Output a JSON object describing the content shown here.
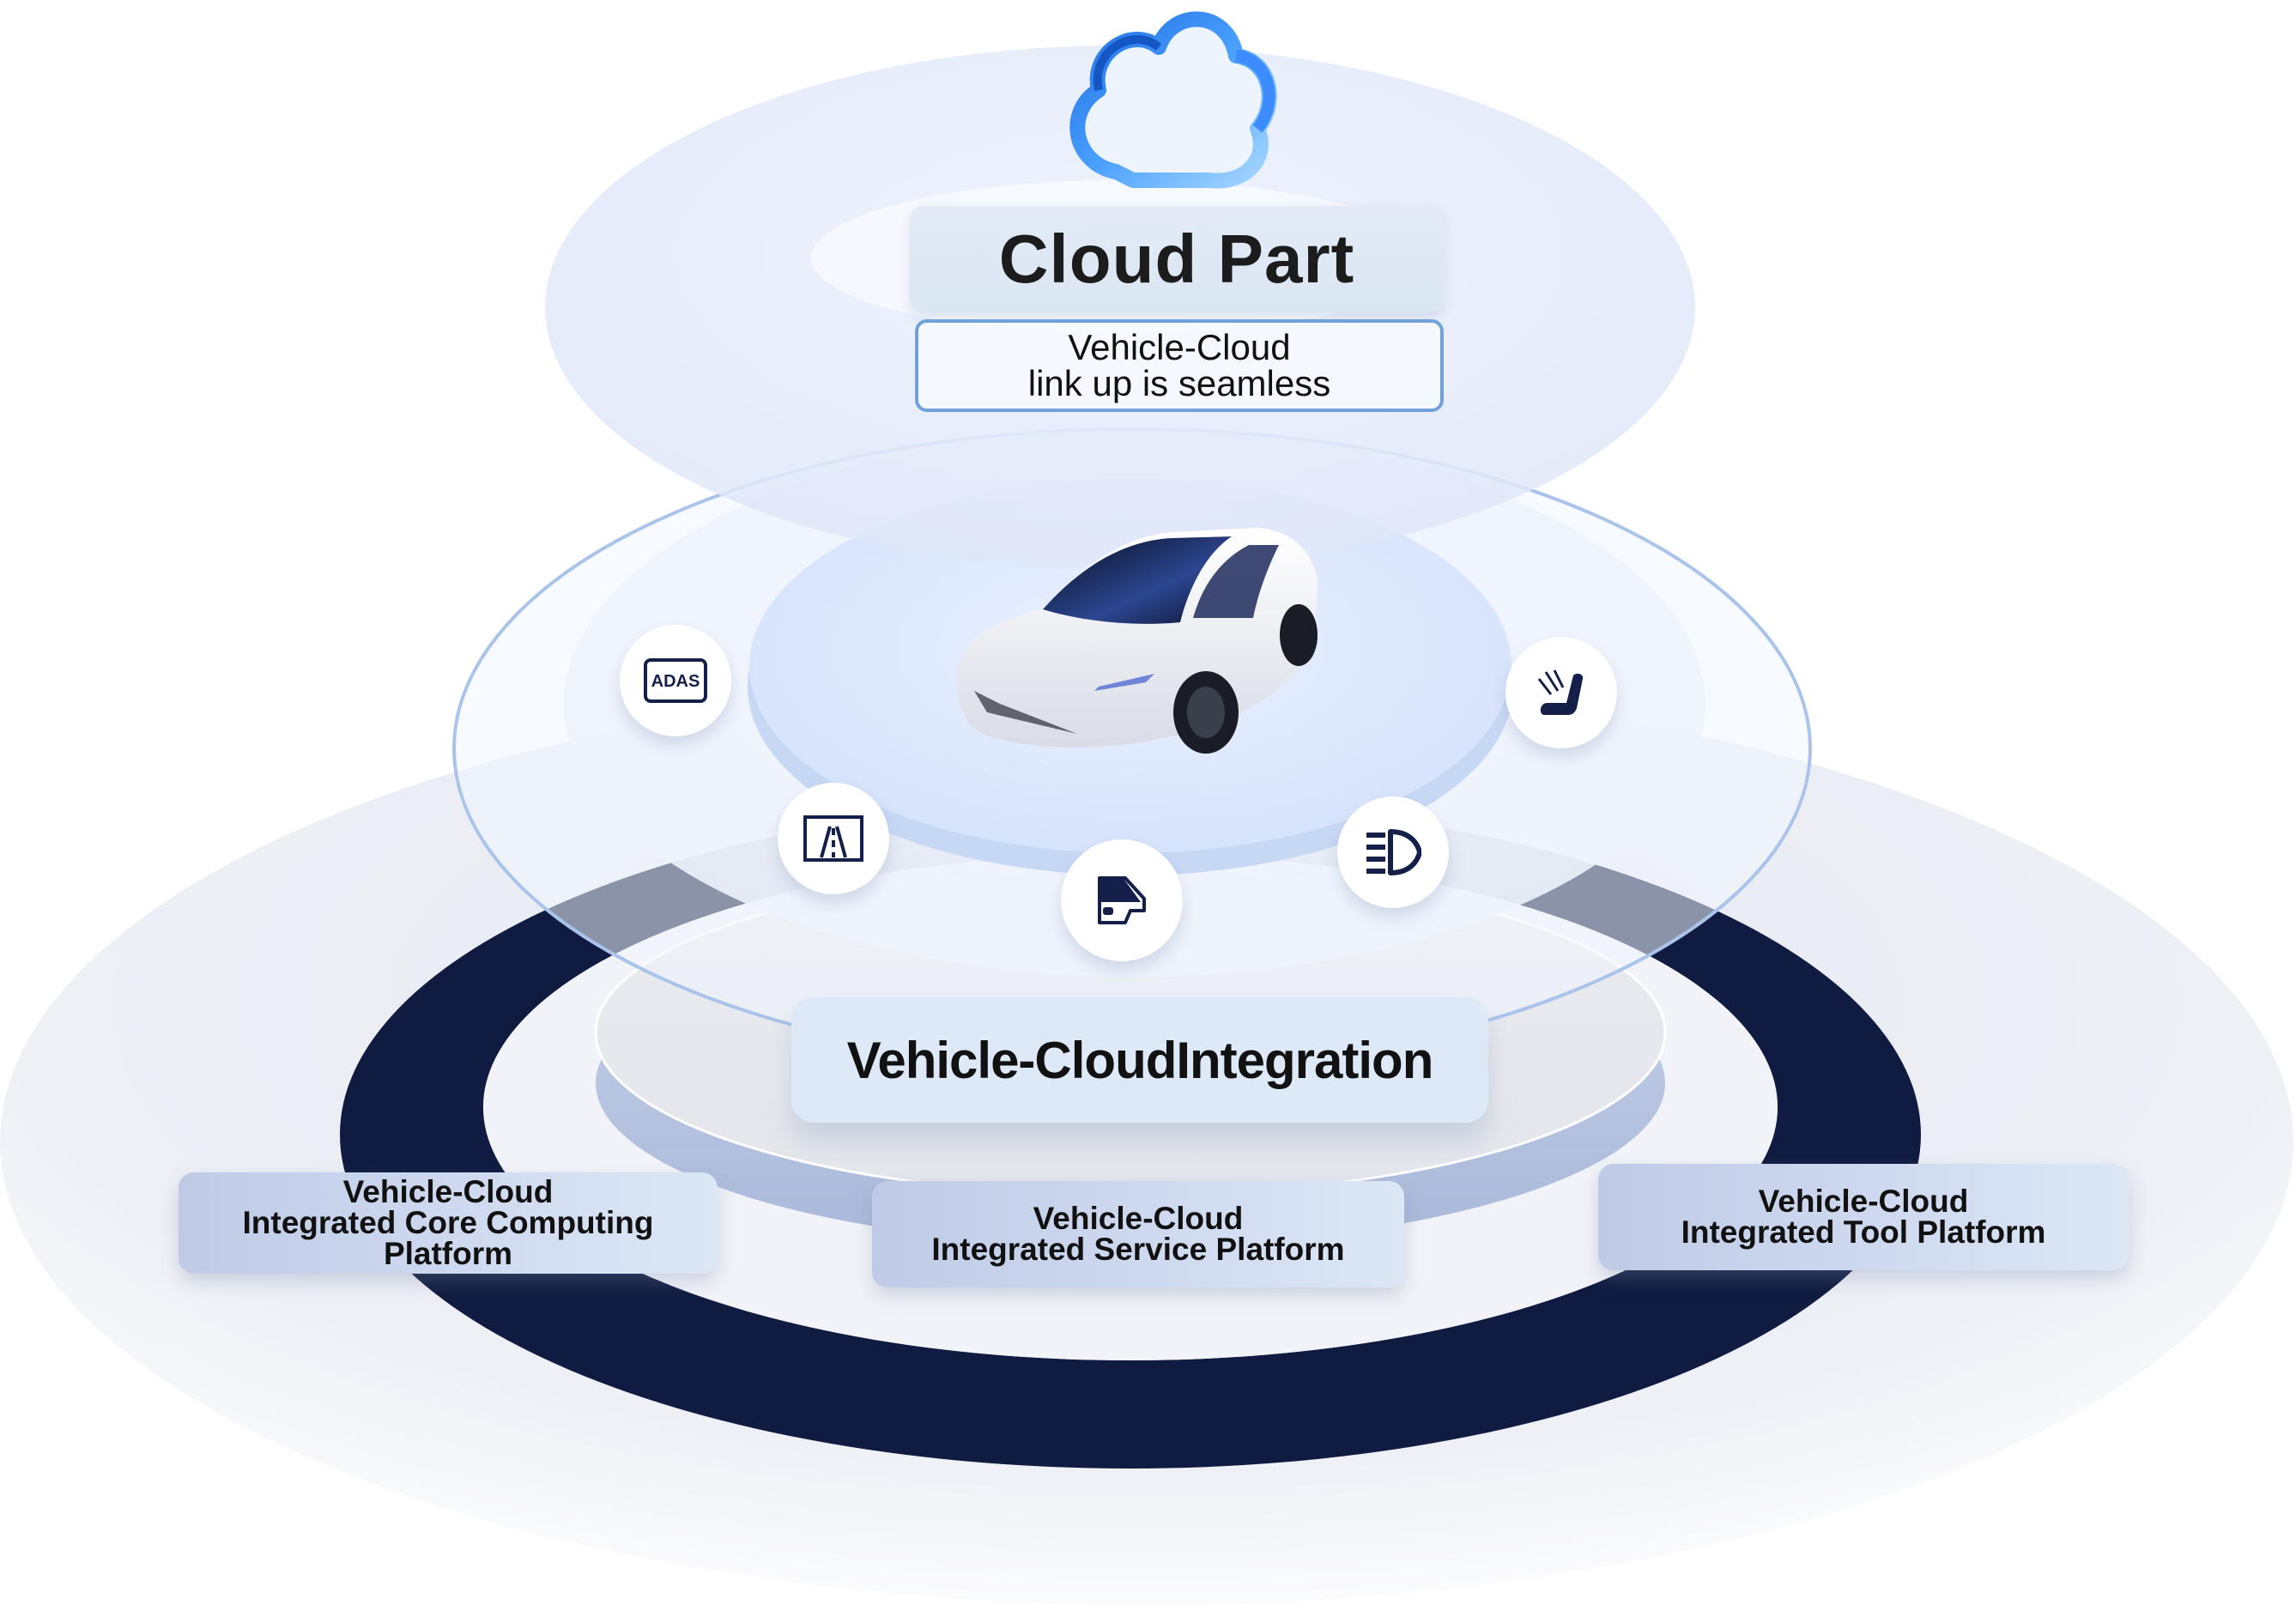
{
  "diagram": {
    "cloud_part": {
      "title": "Cloud Part",
      "subtitle_lines": [
        "Vehicle-Cloud",
        "link up is seamless"
      ],
      "icon": "cloud-icon"
    },
    "vehicle_layer": {
      "center_image": "car-image",
      "features": [
        {
          "name": "ADAS",
          "icon": "adas-icon",
          "label": "ADAS"
        },
        {
          "name": "lane",
          "icon": "road-lane-icon"
        },
        {
          "name": "door",
          "icon": "car-door-icon"
        },
        {
          "name": "headlight",
          "icon": "headlight-icon"
        },
        {
          "name": "seat-heating",
          "icon": "heated-seat-icon"
        }
      ]
    },
    "integration": {
      "title": "Vehicle-Cloud Integration",
      "title_display": "Vehicle-CloudIntegration"
    },
    "platforms": [
      {
        "lines": [
          "Vehicle-Cloud",
          "Integrated Core Computing",
          "Platform"
        ]
      },
      {
        "lines": [
          "Vehicle-Cloud",
          "Integrated Service Platform"
        ]
      },
      {
        "lines": [
          "Vehicle-Cloud",
          "Integrated Tool Platform"
        ]
      }
    ],
    "colors": {
      "navy_ring": "#0f1b40",
      "accent_blue": "#6fa2d8",
      "icon_navy": "#14204a",
      "label_bg": "#dde9f6"
    }
  }
}
